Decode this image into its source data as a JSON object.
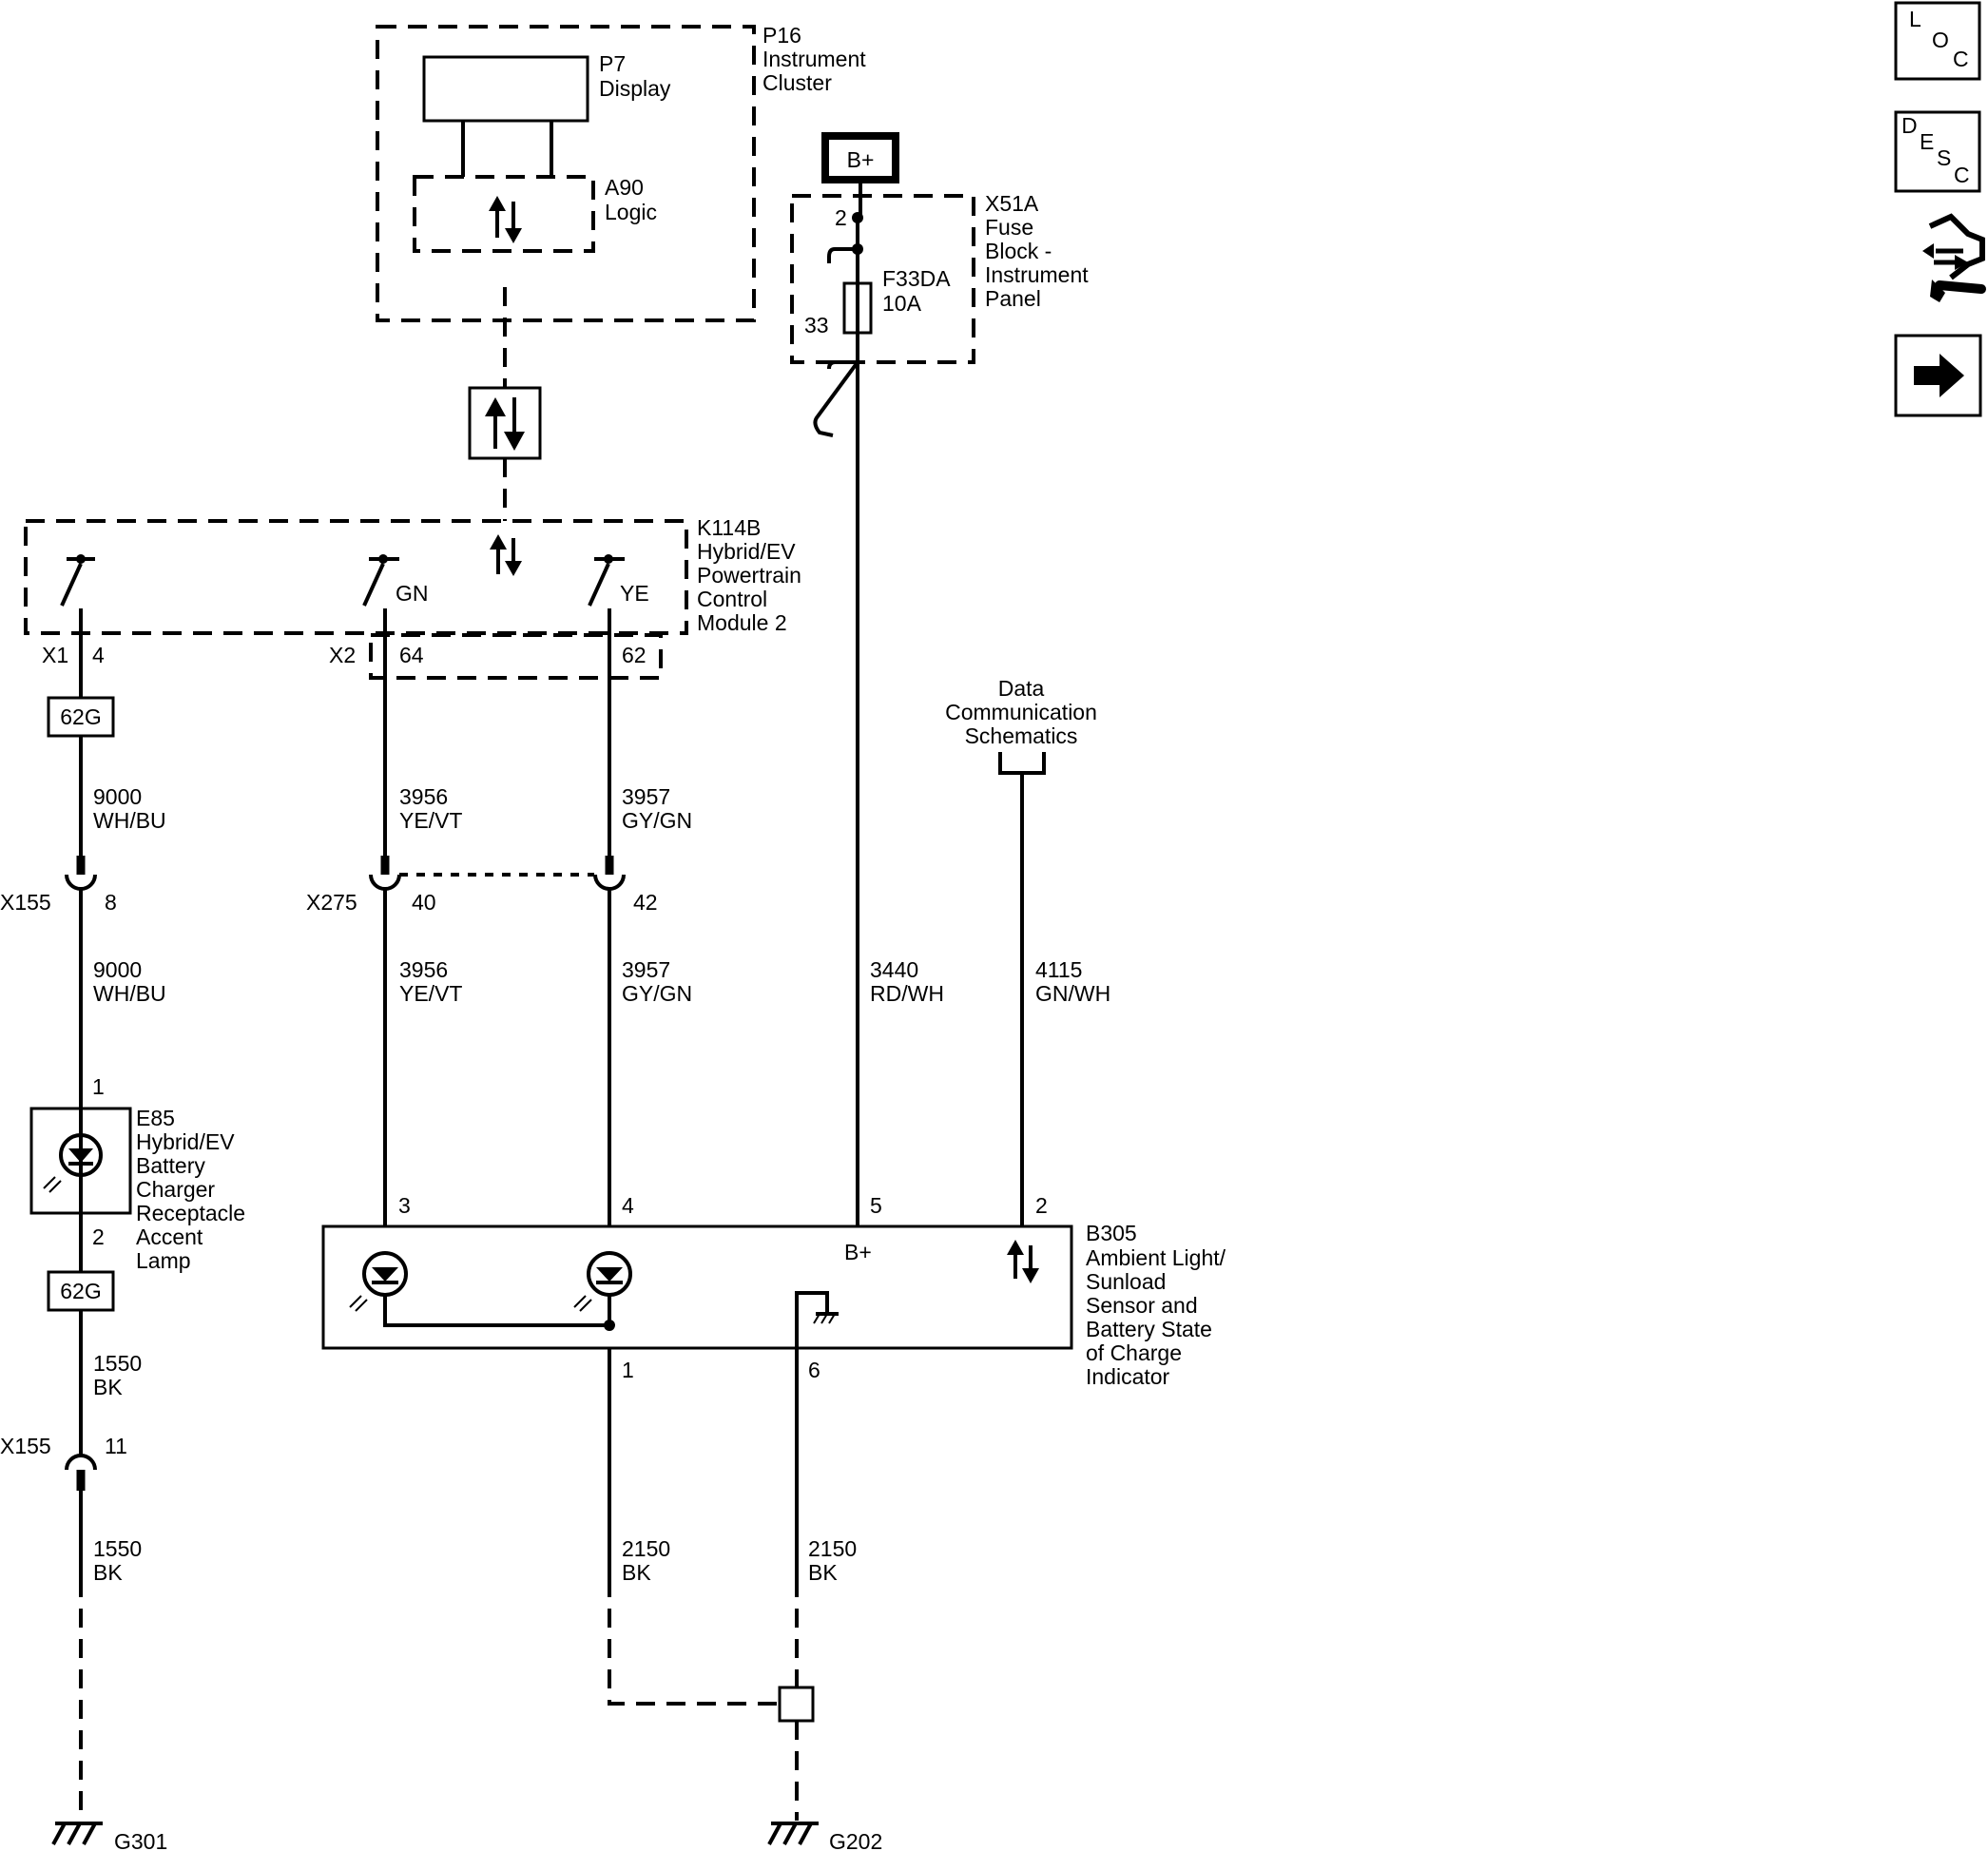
{
  "components": {
    "p16": {
      "id": "P16",
      "line1": "Instrument",
      "line2": "Cluster"
    },
    "p7": {
      "id": "P7",
      "line1": "Display"
    },
    "a90": {
      "id": "A90",
      "line1": "Logic"
    },
    "x51a": {
      "id": "X51A",
      "line1": "Fuse",
      "line2": "Block -",
      "line3": "Instrument",
      "line4": "Panel"
    },
    "fuse": {
      "id": "F33DA",
      "rating": "10A",
      "pin_top": "2",
      "pin_bottom": "33"
    },
    "battery": {
      "label": "B+"
    },
    "k114b": {
      "id": "K114B",
      "line1": "Hybrid/EV",
      "line2": "Powertrain",
      "line3": "Control",
      "line4": "Module 2",
      "sw_gn": "GN",
      "sw_ye": "YE"
    },
    "e85": {
      "id": "E85",
      "line1": "Hybrid/EV",
      "line2": "Battery",
      "line3": "Charger",
      "line4": "Receptacle",
      "line5": "Accent",
      "line6": "Lamp",
      "pin_top": "1",
      "pin_bottom": "2"
    },
    "b305": {
      "id": "B305",
      "line1": "Ambient Light/",
      "line2": "Sunload",
      "line3": "Sensor and",
      "line4": "Battery State",
      "line5": "of Charge",
      "line6": "Indicator",
      "bplus": "B+",
      "pin3": "3",
      "pin4": "4",
      "pin5": "5",
      "pin2": "2",
      "pin1": "1",
      "pin6": "6"
    },
    "data_comm": {
      "line1": "Data",
      "line2": "Communication",
      "line3": "Schematics"
    }
  },
  "connectors": {
    "x1": {
      "name": "X1",
      "pin": "4"
    },
    "x2": {
      "name": "X2",
      "pin_a": "64",
      "pin_b": "62"
    },
    "x155_a": {
      "name": "X155",
      "pin": "8"
    },
    "x275": {
      "name": "X275",
      "pin_a": "40",
      "pin_b": "42"
    },
    "x155_b": {
      "name": "X155",
      "pin": "11"
    },
    "badge_top": "62G",
    "badge_bottom": "62G"
  },
  "wires": {
    "w9000_a": {
      "circuit": "9000",
      "color": "WH/BU"
    },
    "w9000_b": {
      "circuit": "9000",
      "color": "WH/BU"
    },
    "w3956_a": {
      "circuit": "3956",
      "color": "YE/VT"
    },
    "w3956_b": {
      "circuit": "3956",
      "color": "YE/VT"
    },
    "w3957_a": {
      "circuit": "3957",
      "color": "GY/GN"
    },
    "w3957_b": {
      "circuit": "3957",
      "color": "GY/GN"
    },
    "w3440": {
      "circuit": "3440",
      "color": "RD/WH"
    },
    "w4115": {
      "circuit": "4115",
      "color": "GN/WH"
    },
    "w1550_a": {
      "circuit": "1550",
      "color": "BK"
    },
    "w1550_b": {
      "circuit": "1550",
      "color": "BK"
    },
    "w2150_a": {
      "circuit": "2150",
      "color": "BK"
    },
    "w2150_b": {
      "circuit": "2150",
      "color": "BK"
    }
  },
  "grounds": {
    "g301": "G301",
    "g202": "G202"
  },
  "nav_buttons": {
    "loc": {
      "l1": "L",
      "l2": "O",
      "l3": "C"
    },
    "desc": {
      "l1": "D",
      "l2": "E",
      "l3": "S",
      "l4": "C"
    },
    "connector_icon": "connector-wrench-icon",
    "next_icon": "right-arrow-icon"
  }
}
